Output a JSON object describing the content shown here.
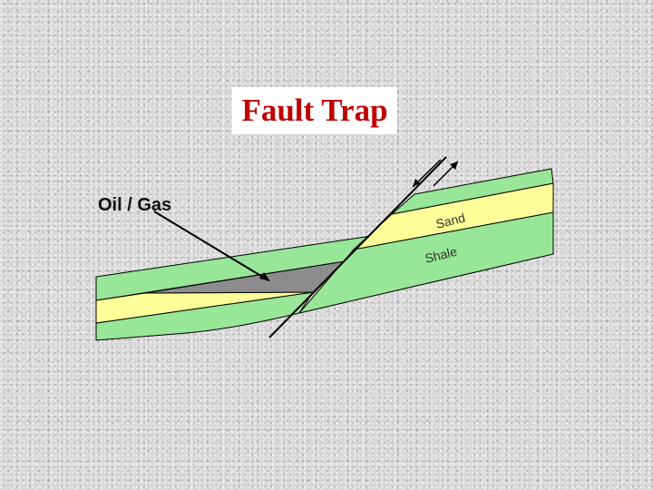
{
  "title": "Fault Trap",
  "labels": {
    "oil_gas": "Oil / Gas",
    "sand": "Sand",
    "shale": "Shale"
  },
  "colors": {
    "title": "#c00000",
    "shale_layer": "#98e698",
    "sand_layer": "#ffff99",
    "hydrocarbon": "#8c8c8c",
    "outline": "#000000"
  }
}
